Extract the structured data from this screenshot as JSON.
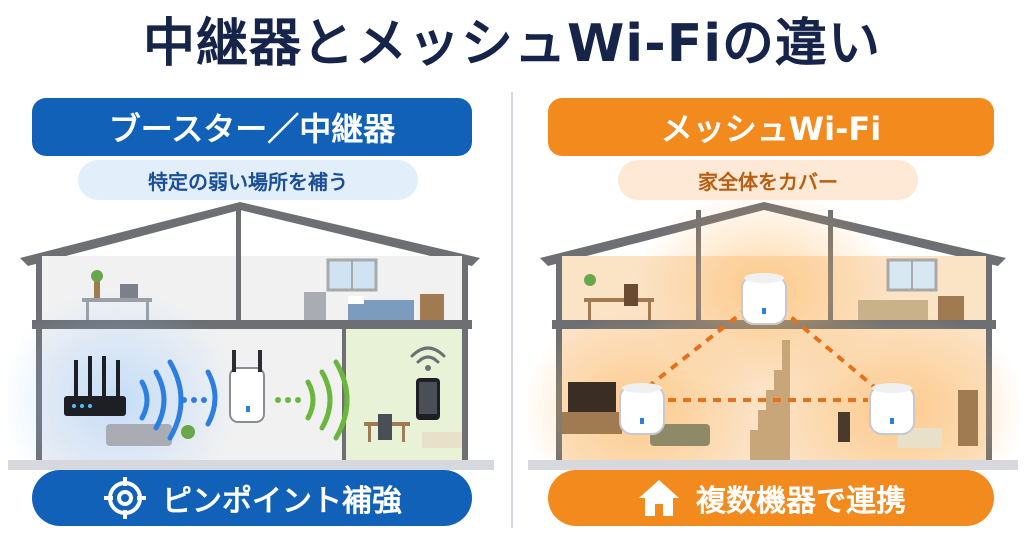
{
  "title": "中継器とメッシュWi-Fiの違い",
  "left": {
    "heading": "ブースター／中継器",
    "subheading": "特定の弱い場所を補う",
    "footer": "ピンポイント補強",
    "footer_icon": "target-icon",
    "accent": "#1261b8"
  },
  "right": {
    "heading": "メッシュWi-Fi",
    "subheading": "家全体をカバー",
    "footer": "複数機器で連携",
    "footer_icon": "home-icon",
    "accent": "#f28a1e"
  }
}
